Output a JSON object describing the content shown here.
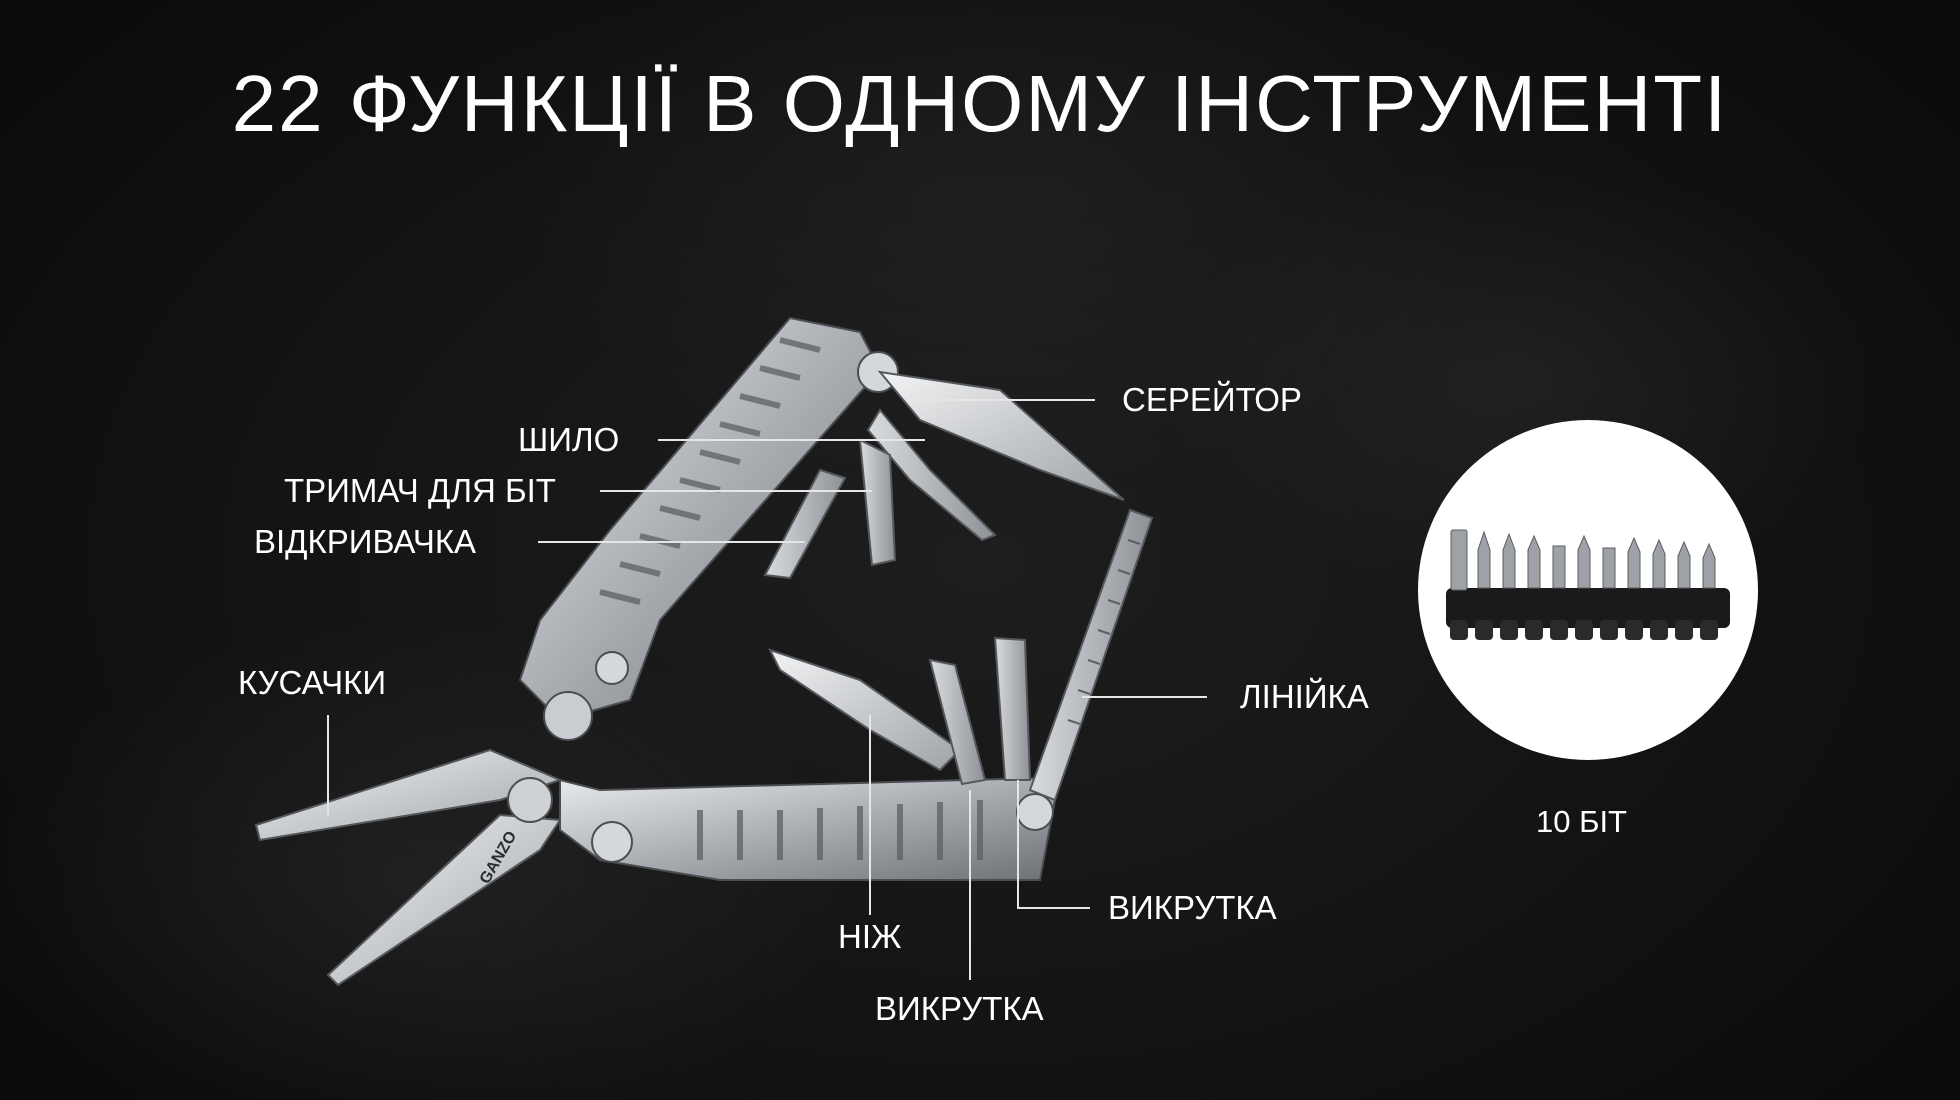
{
  "title": "22 ФУНКЦІЇ В ОДНОМУ ІНСТРУМЕНТІ",
  "labels": {
    "serrator": "СЕРЕЙТОР",
    "awl": "ШИЛО",
    "bit_holder": "ТРИМАЧ ДЛЯ БІТ",
    "opener": "ВІДКРИВАЧКА",
    "pliers": "КУСАЧКИ",
    "ruler": "ЛІНІЙКА",
    "screwdriver_1": "ВИКРУТКА",
    "knife": "НІЖ",
    "screwdriver_2": "ВИКРУТКА"
  },
  "bits": {
    "caption": "10 БІТ"
  },
  "brand": "GANZO",
  "colors": {
    "background": "#141414",
    "text": "#ffffff",
    "steel": "#b9bcc0",
    "bits": "#1a1a1a"
  }
}
